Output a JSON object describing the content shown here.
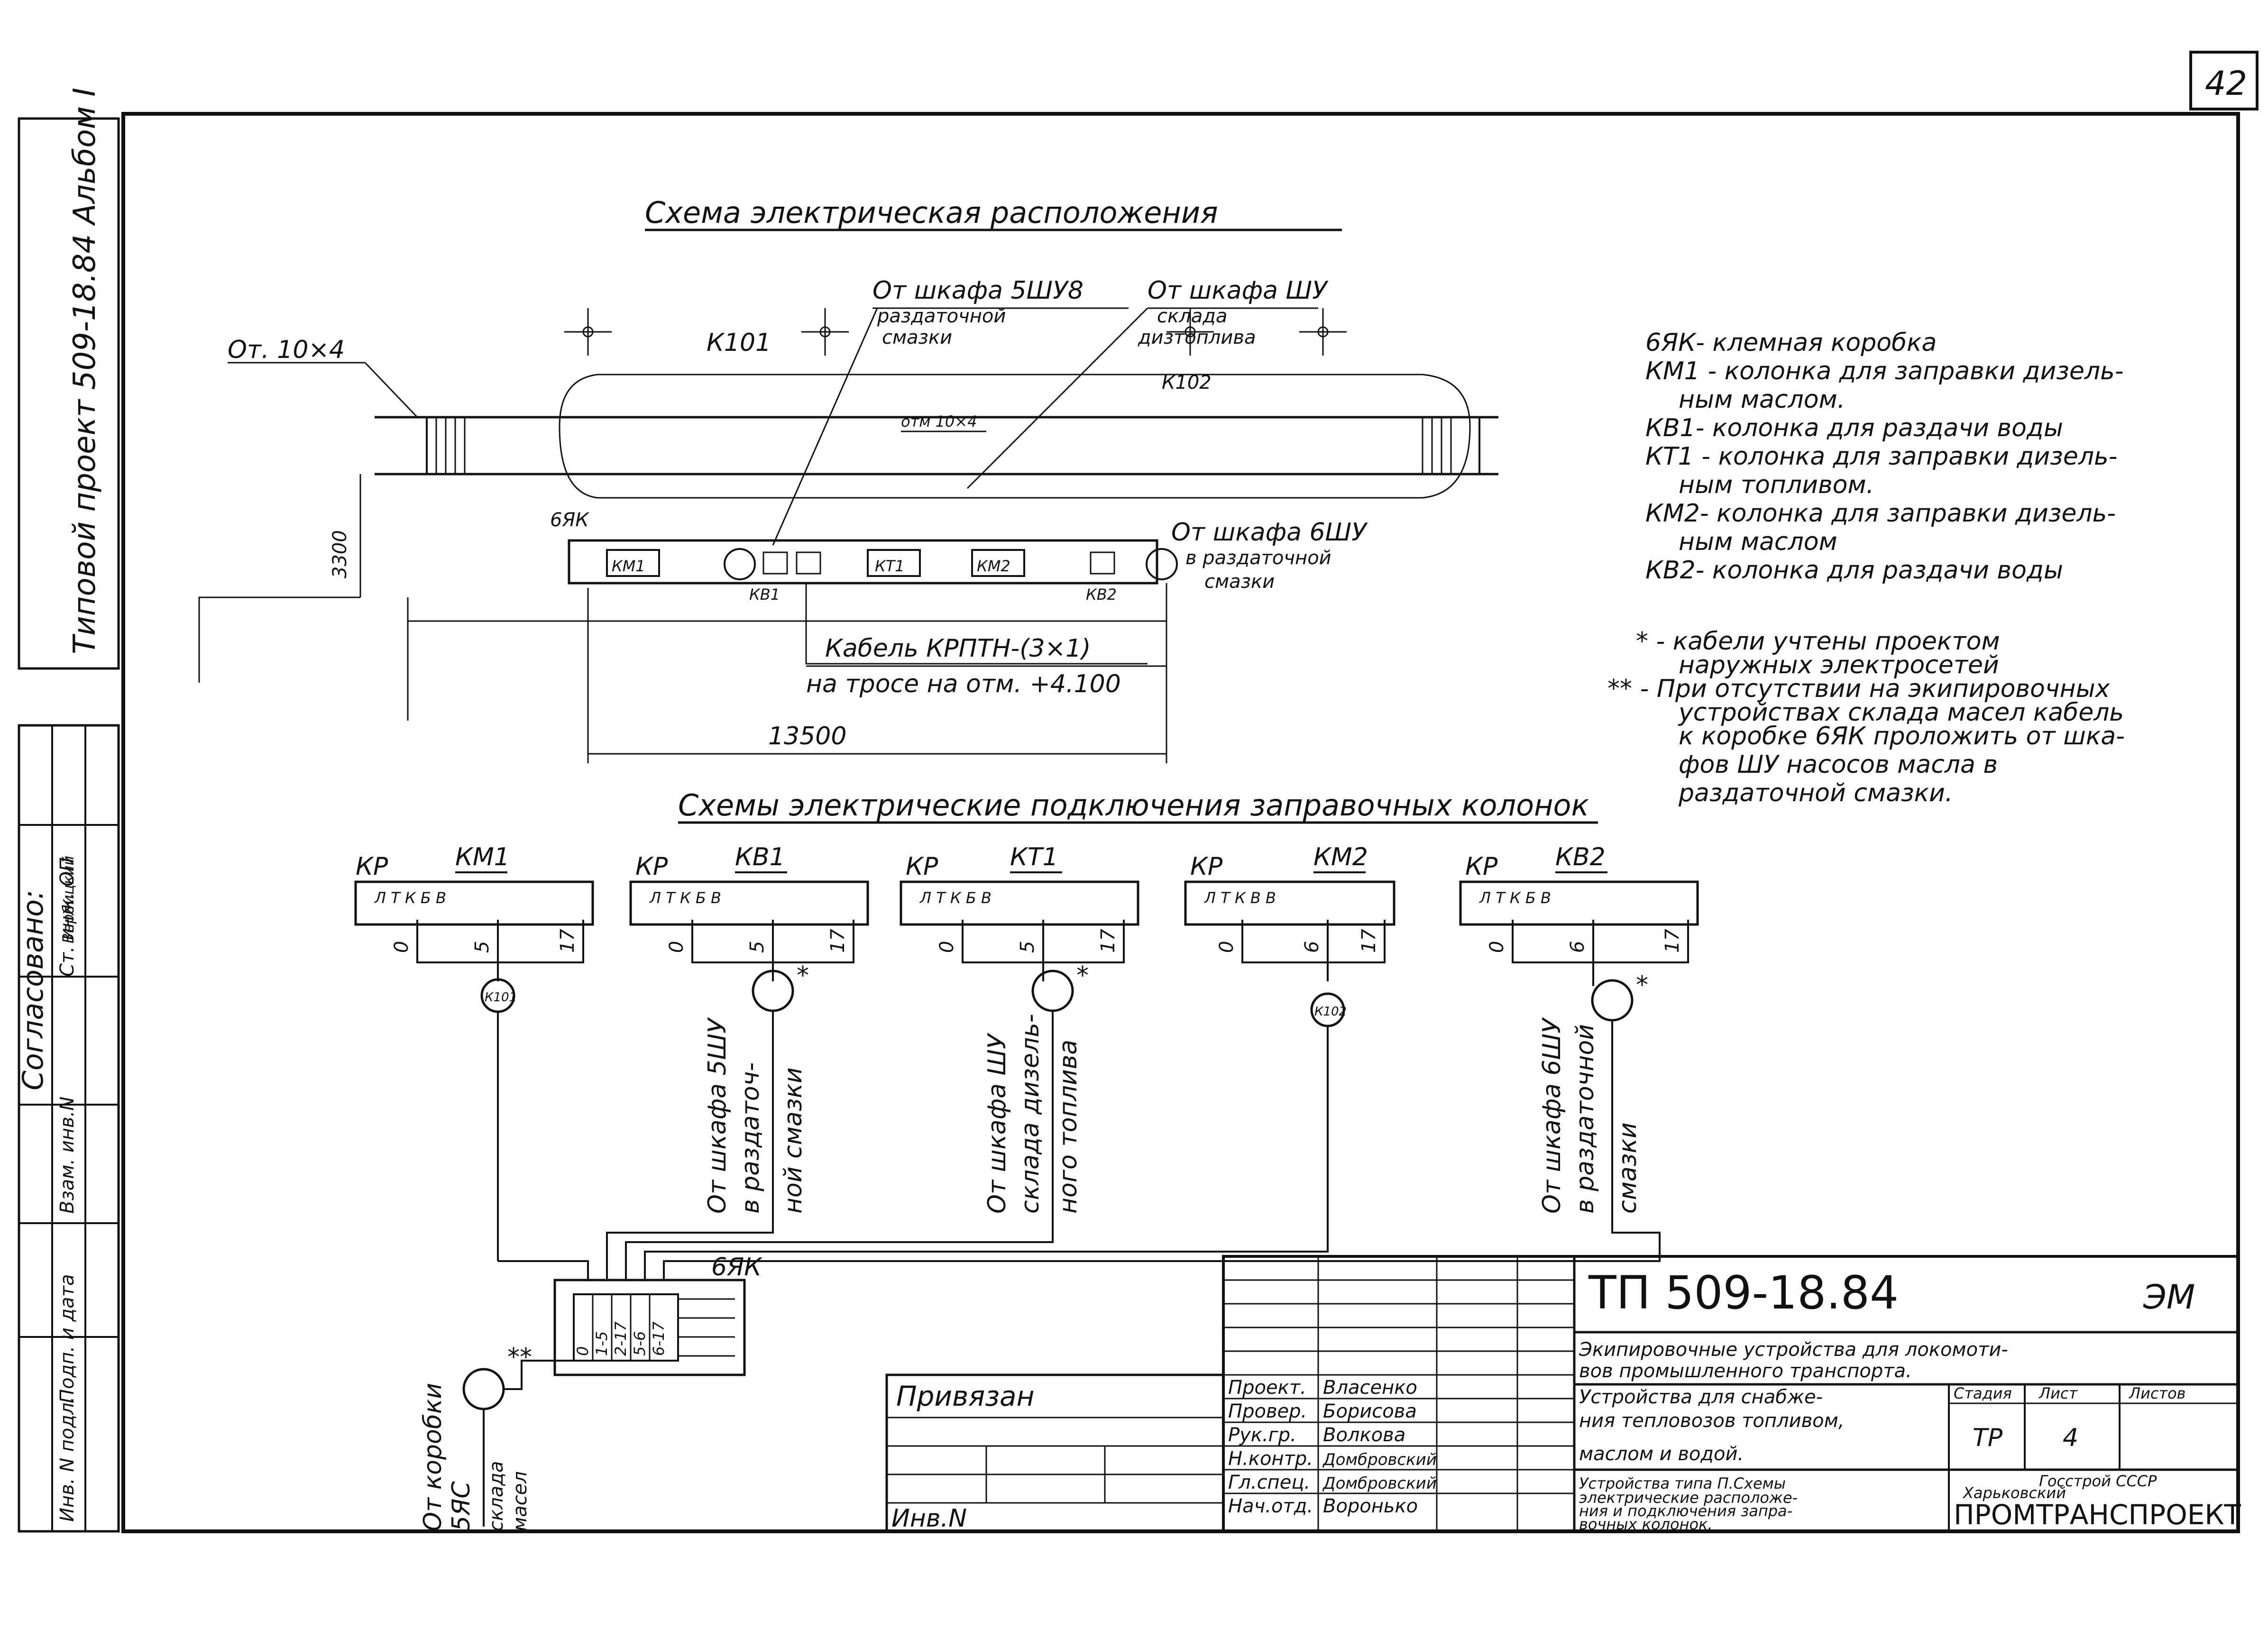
{
  "sheet_number": "42",
  "left_strip": {
    "project_label": "Типовой проект 509-18.84 Альбом I",
    "agreed": "Согласовано:",
    "rows": [
      "Ст. инж. ОП",
      "Вербицкий",
      "Инв. N подл.",
      "Подп. и дата",
      "Взам. инв.N"
    ]
  },
  "scheme1": {
    "title": "Схема электрическая расположения",
    "labels": {
      "elev_left": "От. 10×4",
      "elev_mid": "отм 10×4",
      "k101": "К101",
      "k102": "К102",
      "cab1_a": "От шкафа 5ШУ8",
      "cab1_b": "раздаточной",
      "cab1_c": "смазки",
      "cab2_a": "От шкафа ШУ",
      "cab2_b": "склада",
      "cab2_c": "дизтоплива",
      "byak": "6ЯК",
      "km1": "КМ1",
      "kt1": "КТ1",
      "km2": "КМ2",
      "kv1": "КВ1",
      "kv2": "КВ2",
      "cab3_a": "От шкафа 6ШУ",
      "cab3_b": "в раздаточной",
      "cab3_c": "смазки",
      "cable_a": "Кабель КРПТН-(3×1)",
      "cable_b": "на тросе на отм. +4.100",
      "dim_v": "3300",
      "dim_h": "13500"
    }
  },
  "legend": [
    "6ЯК- клемная коробка",
    "КМ1 - колонка для заправки дизель-",
    "ным маслом.",
    "КВ1- колонка для раздачи воды",
    "КТ1 - колонка для заправки дизель-",
    "ным топливом.",
    "КМ2- колонка для заправки дизель-",
    "ным маслом",
    "КВ2- колонка для раздачи воды"
  ],
  "notes": [
    "* - кабели учтены проектом",
    "наружных электросетей",
    "** - При отсутствии на экипировочных",
    "устройствах склада масел кабель",
    "к коробке 6ЯК проложить от шка-",
    "фов ШУ насосов масла в",
    "раздаточной смазки."
  ],
  "scheme2": {
    "title": "Схемы электрические подключения заправочных колонок",
    "kp": "КР",
    "columns": [
      {
        "name": "КМ1",
        "terms": "Л Т К Б В",
        "nums": [
          "0",
          "5",
          "17"
        ],
        "circle": "К101",
        "desc": []
      },
      {
        "name": "КВ1",
        "terms": "Л Т К Б В",
        "nums": [
          "0",
          "5",
          "17"
        ],
        "circle": "",
        "desc": [
          "От шкафа 5ШУ",
          "в раздаточ-",
          "ной смазки"
        ]
      },
      {
        "name": "КТ1",
        "terms": "Л Т К Б В",
        "nums": [
          "0",
          "5",
          "17"
        ],
        "circle": "",
        "desc": [
          "От шкафа ШУ",
          "склада дизель-",
          "ного топлива"
        ]
      },
      {
        "name": "КМ2",
        "terms": "Л Т К В В",
        "nums": [
          "0",
          "6",
          "17"
        ],
        "circle": "К102",
        "desc": []
      },
      {
        "name": "КВ2",
        "terms": "Л Т К Б В",
        "nums": [
          "0",
          "6",
          "17"
        ],
        "circle": "",
        "desc": [
          "От шкафа 6ШУ",
          "в раздаточной",
          "смазки"
        ]
      }
    ],
    "box": "6ЯК",
    "box_terms": [
      "0",
      "1-5",
      "2-17",
      "5-6",
      "6-17"
    ],
    "box_desc": [
      "От коробки",
      "5ЯС",
      "склада",
      "масел"
    ],
    "star": "*",
    "star2": "**"
  },
  "stamp": {
    "code": "ТП 509-18.84",
    "mark": "ЭМ",
    "title1": "Экипировочные устройства для локомоти-",
    "title2": "вов промышленного транспорта.",
    "sub1": "Устройства для снабже-",
    "sub2": "ния тепловозов топливом,",
    "sub3": "маслом и водой.",
    "sheet_title1": "Устройства типа П.Схемы",
    "sheet_title2": "электрические расположе-",
    "sheet_title3": "ния и подключения запра-",
    "sheet_title4": "вочных колонок.",
    "stage_h": "Стадия",
    "sheet_h": "Лист",
    "sheets_h": "Листов",
    "stage": "ТР",
    "sheet": "4",
    "org1": "Госстрой СССР",
    "org2": "Харьковский",
    "org3": "ПРОМТРАНСПРОЕКТ",
    "signers": [
      {
        "role": "Проект.",
        "name": "Власенко"
      },
      {
        "role": "Провер.",
        "name": "Борисова"
      },
      {
        "role": "Рук.гр.",
        "name": "Волкова"
      },
      {
        "role": "Н.контр.",
        "name": "Домбровский"
      },
      {
        "role": "Гл.спец.",
        "name": "Домбровский"
      },
      {
        "role": "Нач.отд.",
        "name": "Воронько"
      }
    ],
    "attached": "Привязан",
    "inv": "Инв.N"
  }
}
